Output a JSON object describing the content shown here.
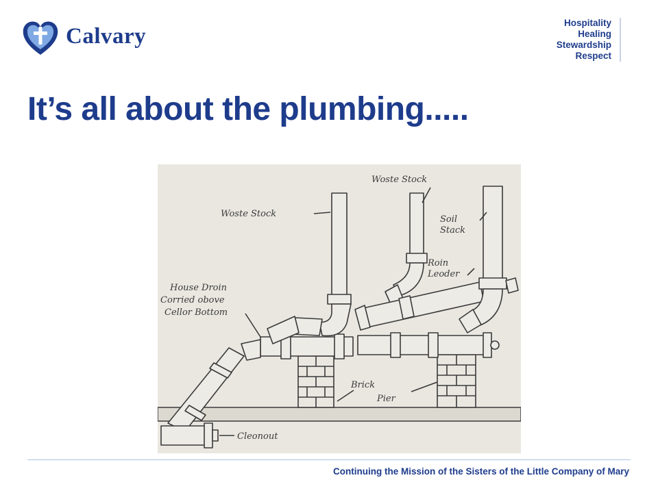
{
  "header": {
    "logo_text": "Calvary",
    "values": [
      "Hospitality",
      "Healing",
      "Stewardship",
      "Respect"
    ]
  },
  "slide": {
    "title": "It’s all about the plumbing....."
  },
  "illustration": {
    "labels": {
      "waste_stack_left": "Woste Stock",
      "waste_stack_right": "Woste Stock",
      "soil_stack_1": "Soil",
      "soil_stack_2": "Stack",
      "rain_leader_1": "Roin",
      "rain_leader_2": "Leoder",
      "house_drain_1": "House Droin",
      "house_drain_2": "Corried obove",
      "house_drain_3": "Cellor Bottom",
      "brick_pier_1": "Brick",
      "brick_pier_2": "Pier",
      "cleanout": "Cleonout"
    }
  },
  "footer": {
    "text": "Continuing the Mission of the Sisters of the Little Company of Mary"
  },
  "colors": {
    "brand": "#1e3c8c",
    "logo_light": "#5b8ed6",
    "rule": "#a9c3e3",
    "illustration_bg": "#e9e7e0",
    "ink": "#3a3a3a"
  }
}
